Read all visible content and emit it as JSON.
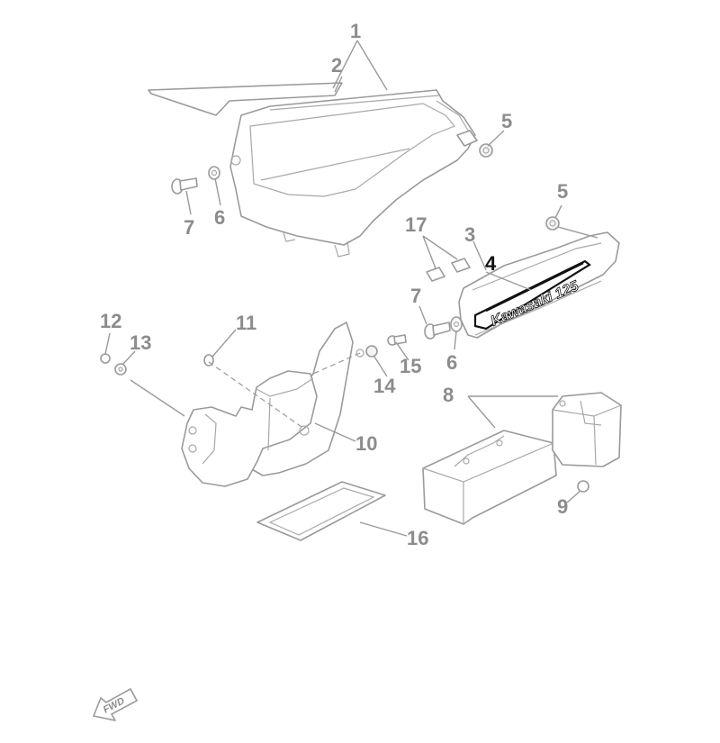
{
  "callouts": [
    {
      "id": "1",
      "text": "1"
    },
    {
      "id": "2",
      "text": "2"
    },
    {
      "id": "3",
      "text": "3"
    },
    {
      "id": "4",
      "text": "4"
    },
    {
      "id": "5a",
      "text": "5"
    },
    {
      "id": "5b",
      "text": "5"
    },
    {
      "id": "6a",
      "text": "6"
    },
    {
      "id": "6b",
      "text": "6"
    },
    {
      "id": "7a",
      "text": "7"
    },
    {
      "id": "7b",
      "text": "7"
    },
    {
      "id": "8",
      "text": "8"
    },
    {
      "id": "9",
      "text": "9"
    },
    {
      "id": "10",
      "text": "10"
    },
    {
      "id": "11",
      "text": "11"
    },
    {
      "id": "12",
      "text": "12"
    },
    {
      "id": "13",
      "text": "13"
    },
    {
      "id": "14",
      "text": "14"
    },
    {
      "id": "15",
      "text": "15"
    },
    {
      "id": "16",
      "text": "16"
    },
    {
      "id": "17",
      "text": "17"
    }
  ],
  "decal": {
    "text": "Kawasaki 125"
  },
  "direction_marker": {
    "text": "FWD"
  },
  "colors": {
    "line": "#9a9a9a",
    "highlight": "#111111",
    "background": "#ffffff"
  }
}
